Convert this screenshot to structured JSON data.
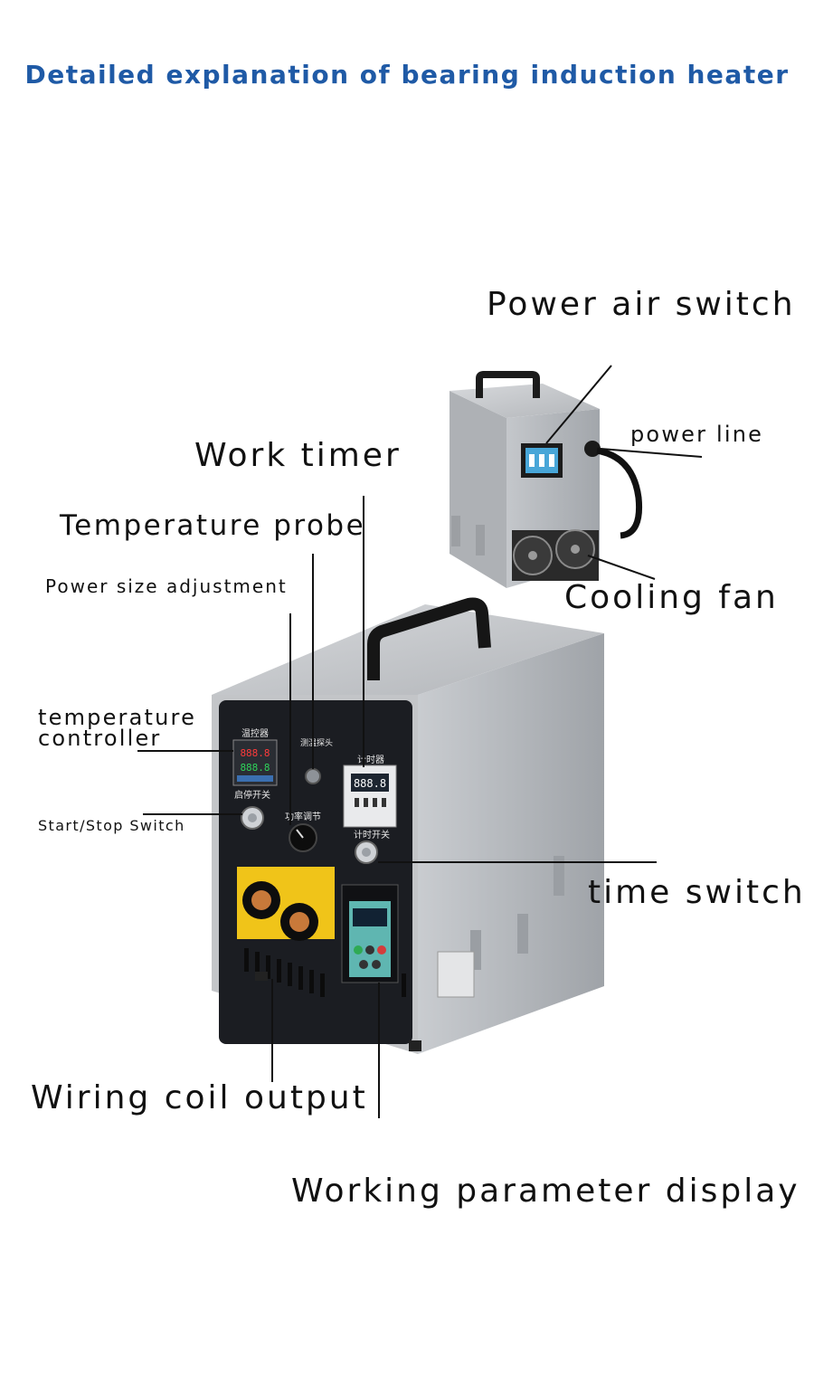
{
  "title": "Detailed explanation of bearing induction heater",
  "labels": {
    "power_air_switch": "Power air switch",
    "power_line": "power line",
    "work_timer": "Work timer",
    "cooling_fan": "Cooling fan",
    "temperature_probe": "Temperature probe",
    "power_size_adjustment": "Power size adjustment",
    "temperature_controller_1": "temperature",
    "temperature_controller_2": "controller",
    "start_stop_switch": "Start/Stop Switch",
    "time_switch": "time switch",
    "wiring_coil_output": "Wiring coil output",
    "working_parameter_display": "Working parameter display"
  },
  "panel_text": {
    "temp_controller": "温控器",
    "probe": "测温探头",
    "timer": "计时器",
    "start_stop": "启停开关",
    "power_adjust": "功率调节",
    "timer_switch": "计时开关",
    "readout_top": "888.8",
    "readout_bottom": "888.8",
    "timer_readout": "888.8"
  },
  "colors": {
    "title": "#1f5aa6",
    "housing": "#b9bcc0",
    "panel": "#1b1d22",
    "terminal_plate": "#f0c419",
    "terminal_copper": "#c8793a"
  }
}
